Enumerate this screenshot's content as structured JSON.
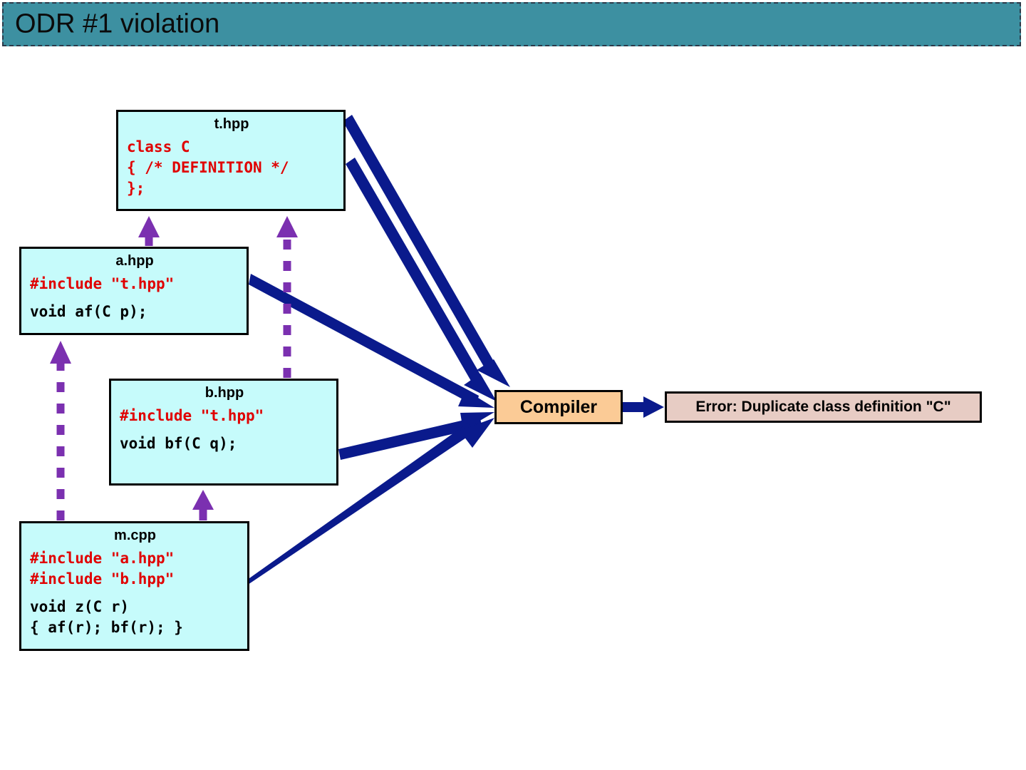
{
  "slide": {
    "title": "ODR #1 violation",
    "title_bar_color": "#3d90a1"
  },
  "palette": {
    "file_box_fill": "#c6fbfb",
    "file_box_border": "#000000",
    "code_red": "#e00000",
    "code_black": "#000000",
    "compiler_fill": "#fbcb96",
    "error_fill": "#e7ccc4",
    "compile_arrow": "#0a1a8c",
    "include_arrow": "#7b30b0"
  },
  "nodes": {
    "thpp": {
      "title": "t.hpp",
      "lines": [
        {
          "text": "class C",
          "color": "red"
        },
        {
          "text": "{ /* DEFINITION */",
          "color": "red"
        },
        {
          "text": "};",
          "color": "red"
        }
      ]
    },
    "ahpp": {
      "title": "a.hpp",
      "lines": [
        {
          "text": "#include \"t.hpp\"",
          "color": "red"
        },
        {
          "text": "void af(C p);",
          "color": "black"
        }
      ]
    },
    "bhpp": {
      "title": "b.hpp",
      "lines": [
        {
          "text": "#include \"t.hpp\"",
          "color": "red"
        },
        {
          "text": "void bf(C q);",
          "color": "black"
        }
      ]
    },
    "mcpp": {
      "title": "m.cpp",
      "lines": [
        {
          "text": "#include \"a.hpp\"",
          "color": "red"
        },
        {
          "text": "#include \"b.hpp\"",
          "color": "red"
        },
        {
          "text": "void z(C r)",
          "color": "black"
        },
        {
          "text": "{ af(r); bf(r); }",
          "color": "black"
        }
      ]
    },
    "compiler": {
      "label": "Compiler"
    },
    "error": {
      "label": "Error: Duplicate class definition \"C\""
    }
  },
  "arrows": {
    "include_edges": [
      {
        "from": "a.hpp",
        "to": "t.hpp"
      },
      {
        "from": "b.hpp",
        "to": "t.hpp"
      },
      {
        "from": "m.cpp",
        "to": "a.hpp"
      },
      {
        "from": "m.cpp",
        "to": "b.hpp"
      }
    ],
    "compile_edges": [
      {
        "from": "t.hpp",
        "to": "Compiler"
      },
      {
        "from": "t.hpp",
        "to": "Compiler"
      },
      {
        "from": "a.hpp",
        "to": "Compiler"
      },
      {
        "from": "b.hpp",
        "to": "Compiler"
      },
      {
        "from": "m.cpp",
        "to": "Compiler"
      },
      {
        "from": "Compiler",
        "to": "Error"
      }
    ]
  }
}
